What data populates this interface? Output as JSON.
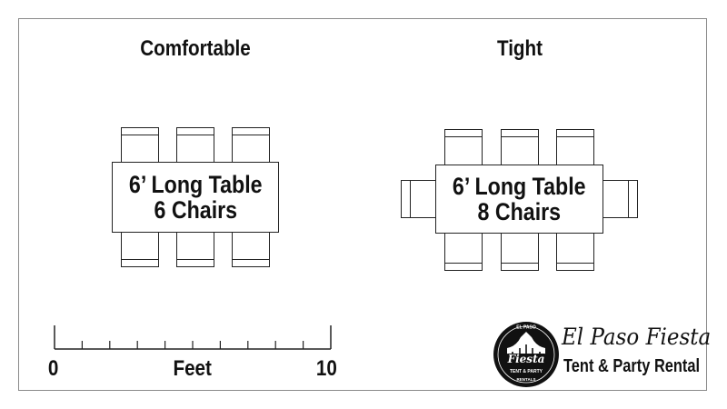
{
  "headings": {
    "comfortable": "Comfortable",
    "tight": "Tight"
  },
  "tables": {
    "comfortable": {
      "line1": "6’ Long Table",
      "line2": "6 Chairs"
    },
    "tight": {
      "line1": "6’ Long Table",
      "line2": "8 Chairs"
    }
  },
  "scale": {
    "min_label": "0",
    "unit_label": "Feet",
    "max_label": "10"
  },
  "brand": {
    "name": "El Paso Fiesta",
    "tagline": "Tent & Party Rental",
    "logo_text": {
      "top": "EL PASO",
      "center": "Fiesta",
      "bottom": "TENT & PARTY",
      "footer": "RENTALS"
    }
  },
  "colors": {
    "line": "#222222",
    "frame": "#8a8a8a",
    "logo_bg": "#111111",
    "logo_fg": "#ffffff"
  }
}
